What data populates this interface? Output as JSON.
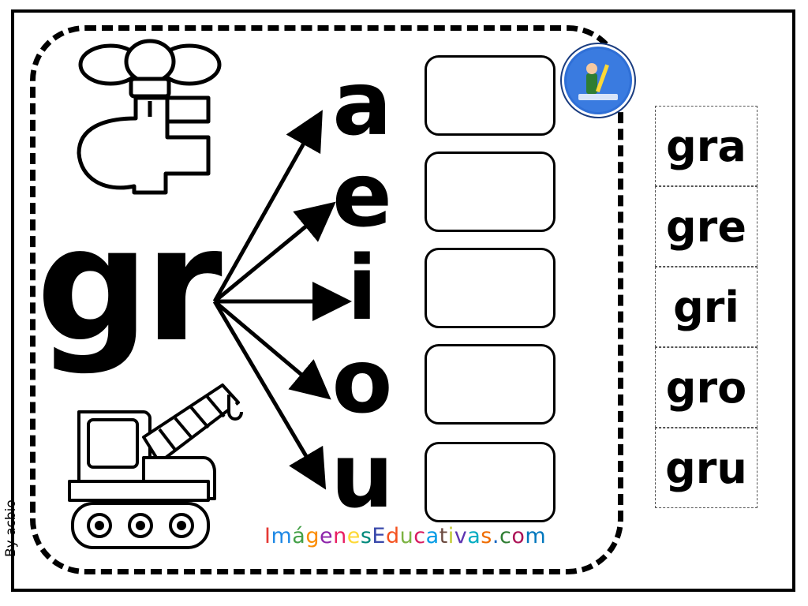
{
  "worksheet": {
    "consonant_cluster": "gr",
    "vowels": [
      "a",
      "e",
      "i",
      "o",
      "u"
    ],
    "syllable_cards": [
      "gra",
      "gre",
      "gri",
      "gro",
      "gru"
    ],
    "byline": "By acbio",
    "brand": "ImágenesEducativas.com"
  },
  "colors": {
    "ink": "#000000",
    "paper": "#ffffff",
    "brand_letters": [
      "#e53935",
      "#1e88e5",
      "#43a047",
      "#fb8c00",
      "#8e24aa",
      "#e91e63",
      "#fdd835",
      "#00897b",
      "#3949ab",
      "#f4511e",
      "#7cb342",
      "#d81b60",
      "#039be5",
      "#6d4c41",
      "#c0ca33",
      "#5e35b1",
      "#00acc1",
      "#ef6c00",
      "#1565c0",
      "#2e7d32",
      "#ad1457",
      "#0277bd"
    ]
  },
  "icons": {
    "top_illustration": "faucet-icon",
    "bottom_illustration": "crane-truck-icon",
    "badge": "site-logo-badge"
  }
}
